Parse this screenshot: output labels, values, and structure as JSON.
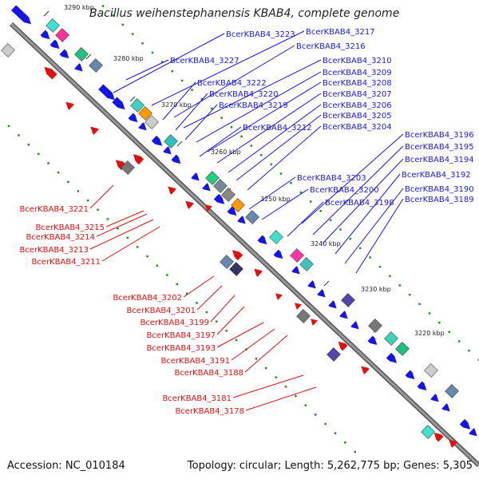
{
  "title": "Bacillus weihenstephanensis KBAB4, complete genome",
  "footer": {
    "accession": "Accession: NC_010184",
    "summary": "Topology: circular; Length: 5,262,775 bp; Genes: 5,305"
  },
  "scale_ticks": [
    "3290 kbp",
    "3280 kbp",
    "3270 kbp",
    "3260 kbp",
    "3250 kbp",
    "3240 kbp",
    "3230 kbp",
    "3220 kbp"
  ],
  "labels_forward": [
    "BcerKBAB4_3223",
    "BcerKBAB4_3217",
    "BcerKBAB4_3216",
    "BcerKBAB4_3227",
    "BcerKBAB4_3210",
    "BcerKBAB4_3209",
    "BcerKBAB4_3222",
    "BcerKBAB4_3208",
    "BcerKBAB4_3220",
    "BcerKBAB4_3207",
    "BcerKBAB4_3219",
    "BcerKBAB4_3206",
    "BcerKBAB4_3205",
    "BcerKBAB4_3212",
    "BcerKBAB4_3204",
    "BcerKBAB4_3196",
    "BcerKBAB4_3195",
    "BcerKBAB4_3194",
    "BcerKBAB4_3203",
    "BcerKBAB4_3192",
    "BcerKBAB4_3200",
    "BcerKBAB4_3190",
    "BcerKBAB4_3189",
    "BcerKBAB4_3198"
  ],
  "labels_reverse": [
    "BcerKBAB4_3221",
    "BcerKBAB4_3215",
    "BcerKBAB4_3214",
    "BcerKBAB4_3213",
    "BcerKBAB4_3211",
    "BcerKBAB4_3202",
    "BcerKBAB4_3201",
    "BcerKBAB4_3199",
    "BcerKBAB4_3197",
    "BcerKBAB4_3193",
    "BcerKBAB4_3191",
    "BcerKBAB4_3188",
    "BcerKBAB4_3181",
    "BcerKBAB4_3178"
  ],
  "colors": {
    "forward": "#1515e6",
    "reverse": "#e01010",
    "backbone": "#808080",
    "gc": "#2a8a2a"
  }
}
